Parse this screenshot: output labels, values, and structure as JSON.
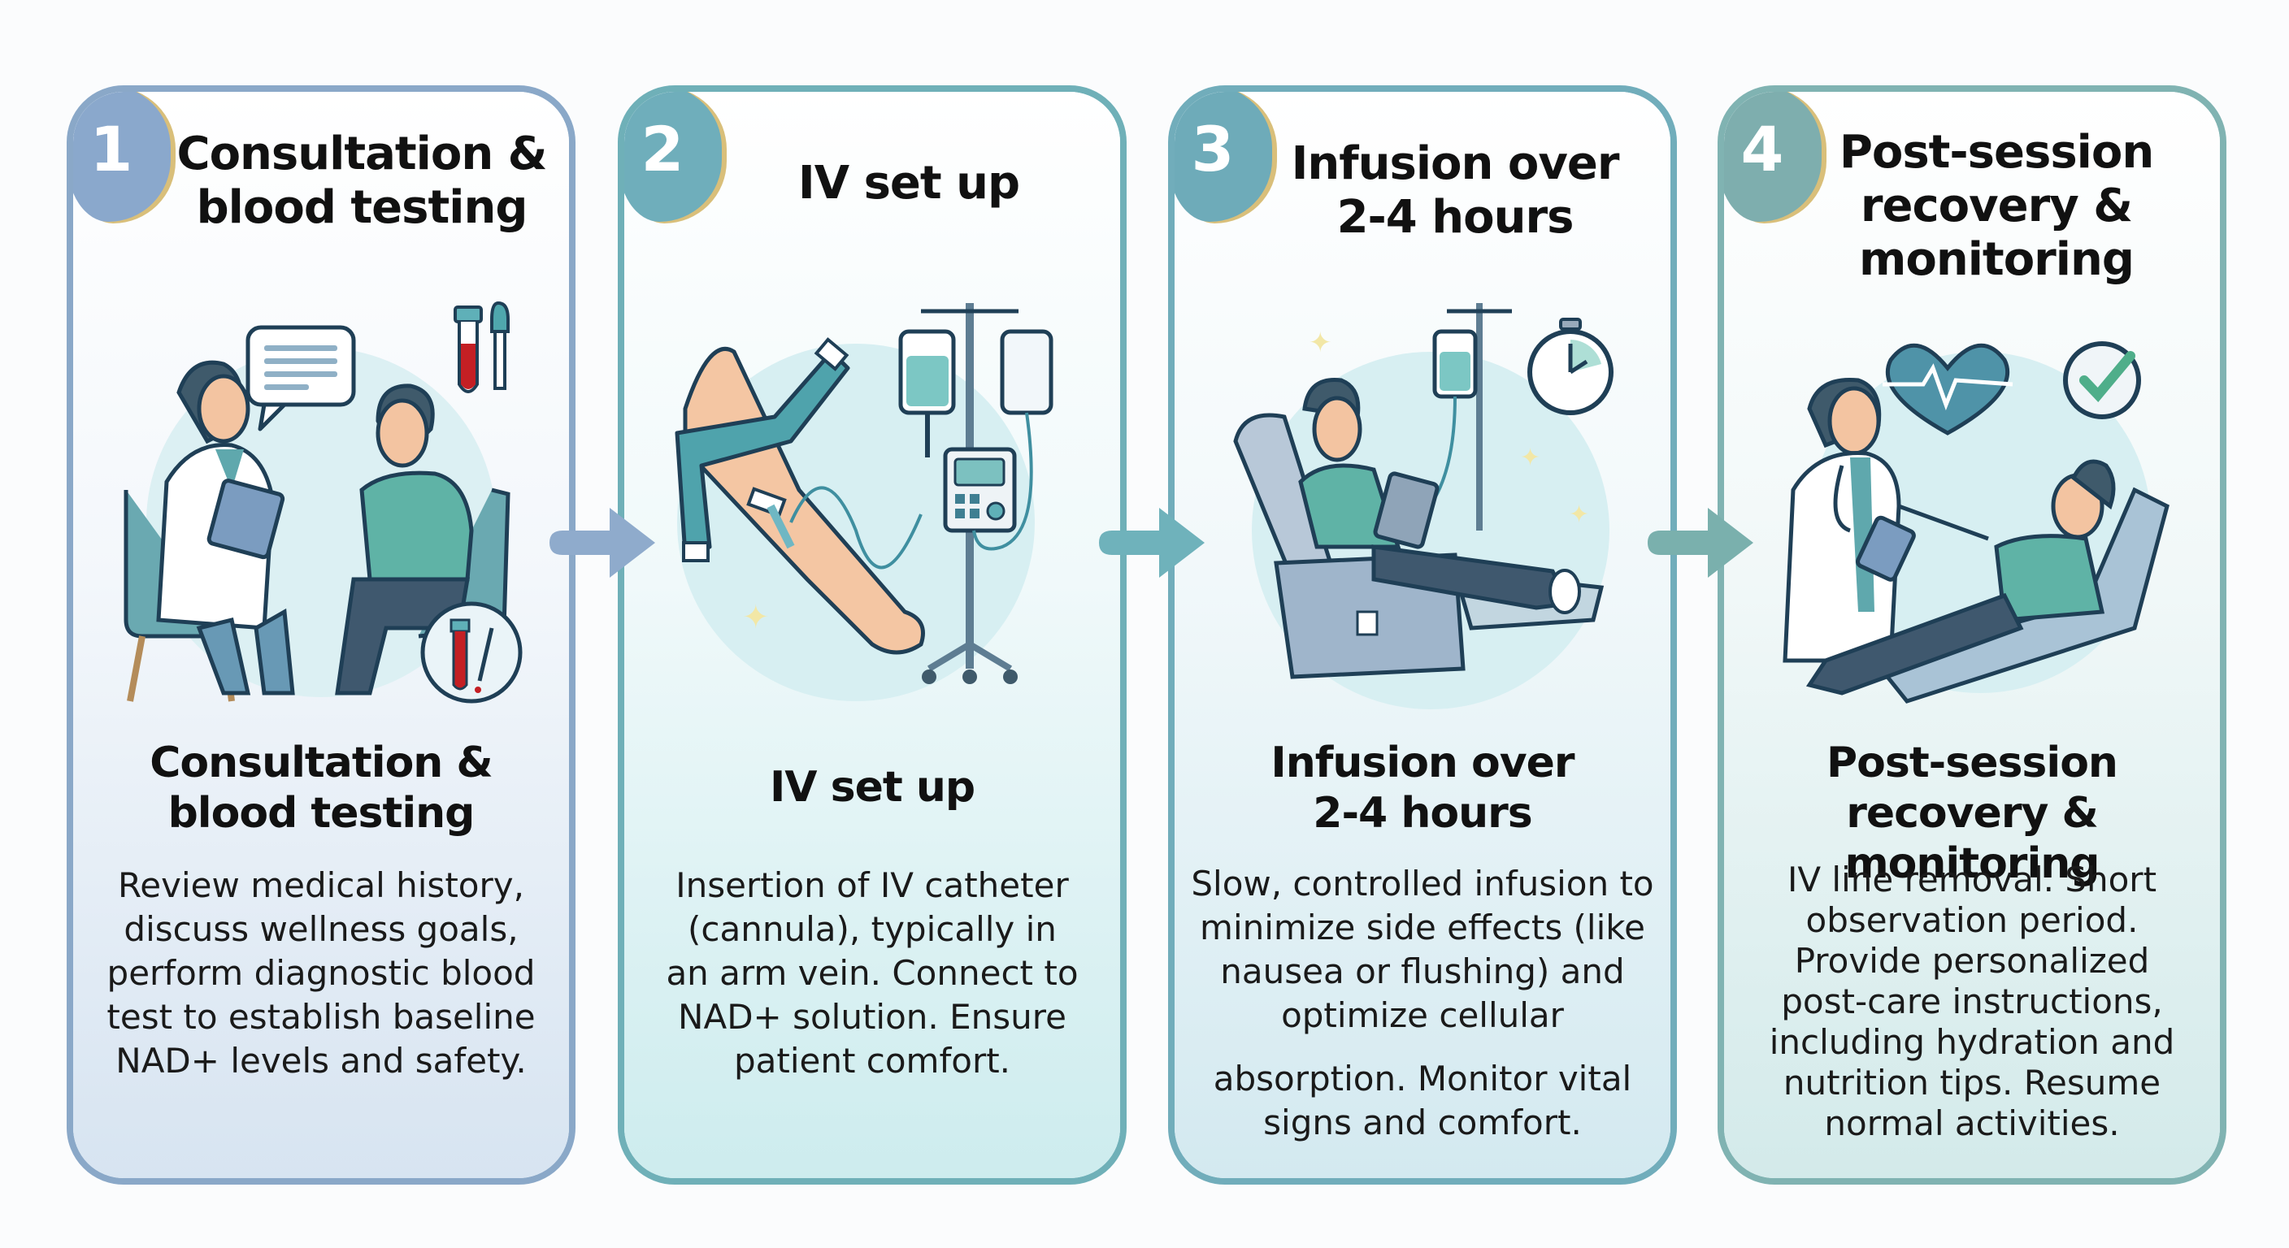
{
  "steps": [
    {
      "number": "1",
      "title_top": "Consultation & blood testing",
      "title_bottom": "Consultation & blood testing",
      "description": "Review medical history, discuss wellness goals, perform diagnostic blood test to establish baseline NAD+ levels and safety.",
      "illustration": "doctor-patient-consultation-with-blood-test-tubes",
      "colors": {
        "border": "#8aa8c8",
        "badge": "#8aa8cc",
        "bg_top": "#ffffff",
        "bg_bottom": "#d7e4f1"
      }
    },
    {
      "number": "2",
      "title_top": "IV set up",
      "title_bottom": "IV set up",
      "description": "Insertion of IV catheter (cannula), typically in an arm vein. Connect to NAD+ solution. Ensure patient comfort.",
      "illustration": "arm-with-tourniquet-iv-pole-and-pump",
      "colors": {
        "border": "#6fb0b8",
        "badge": "#6faebb",
        "bg_top": "#ffffff",
        "bg_bottom": "#cdecee"
      }
    },
    {
      "number": "3",
      "title_top": "Infusion over 2-4 hours",
      "title_bottom": "Infusion over 2-4 hours",
      "description_lines": [
        "Slow, controlled infusion to minimize side effects (like nausea or flushing) and optimize cellular",
        "absorption. Monitor vital signs and comfort."
      ],
      "illustration": "patient-in-recliner-with-iv-drip-and-stopwatch",
      "colors": {
        "border": "#71adbb",
        "badge": "#6eabb9",
        "bg_top": "#ffffff",
        "bg_bottom": "#d3e9f0"
      }
    },
    {
      "number": "4",
      "title_top": "Post-session recovery & monitoring",
      "title_bottom": "Post-session recovery & monitoring",
      "description": "IV line removal. Short observation period. Provide personalized post-care instructions, including hydration and nutrition tips. Resume normal activities.",
      "illustration": "doctor-checking-reclining-patient-heart-and-check-icons",
      "colors": {
        "border": "#80b3b2",
        "badge": "#7eaeae",
        "bg_top": "#ffffff",
        "bg_bottom": "#d3eaea"
      }
    }
  ],
  "arrows": [
    {
      "from": "1",
      "to": "2",
      "color": "#8fabcc"
    },
    {
      "from": "2",
      "to": "3",
      "color": "#6fb2bb"
    },
    {
      "from": "3",
      "to": "4",
      "color": "#7ab0ad"
    }
  ],
  "accent_gold": "#d9bf7a"
}
